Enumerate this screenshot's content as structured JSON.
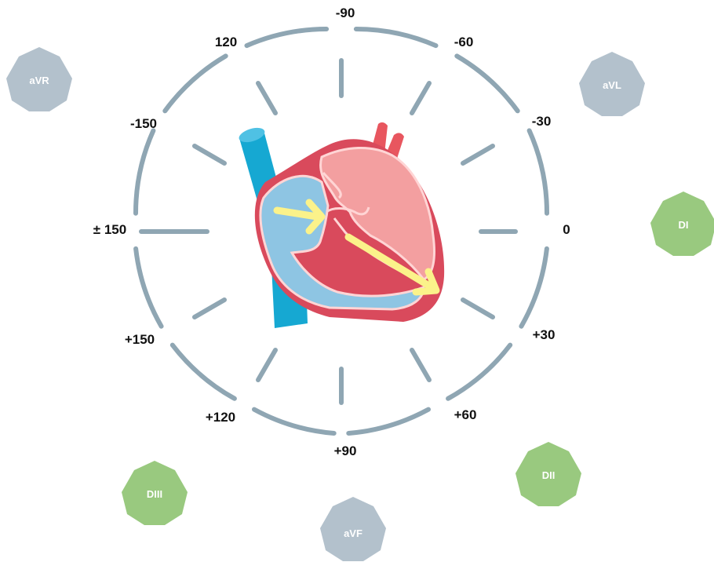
{
  "angle_labels": {
    "minus_90": "-90",
    "minus_60": "-60",
    "minus_30": "-30",
    "zero": "0",
    "plus_30": "+30",
    "plus_60": "+60",
    "plus_90": "+90",
    "plus_120": "+120",
    "plus_150": "+150",
    "pm_150": "± 150",
    "minus_150": "-150",
    "label_120": "120"
  },
  "leads": {
    "avr": "aVR",
    "avl": "aVL",
    "di": "DI",
    "dii": "DII",
    "diii": "DIII",
    "avf": "aVF"
  },
  "colors": {
    "ring": "#8fa6b3",
    "augmented_lead": "#b3c1cc",
    "limb_lead": "#99c97f",
    "heart_outer": "#d94a5c",
    "heart_atrium": "#f39fa0",
    "ventricle": "#8ec5e3",
    "vessel": "#16a8d2",
    "arrow": "#fbf28a"
  },
  "icons": {
    "heart": "heart-icon",
    "arrows": "electrical-axis-arrow-icon"
  }
}
